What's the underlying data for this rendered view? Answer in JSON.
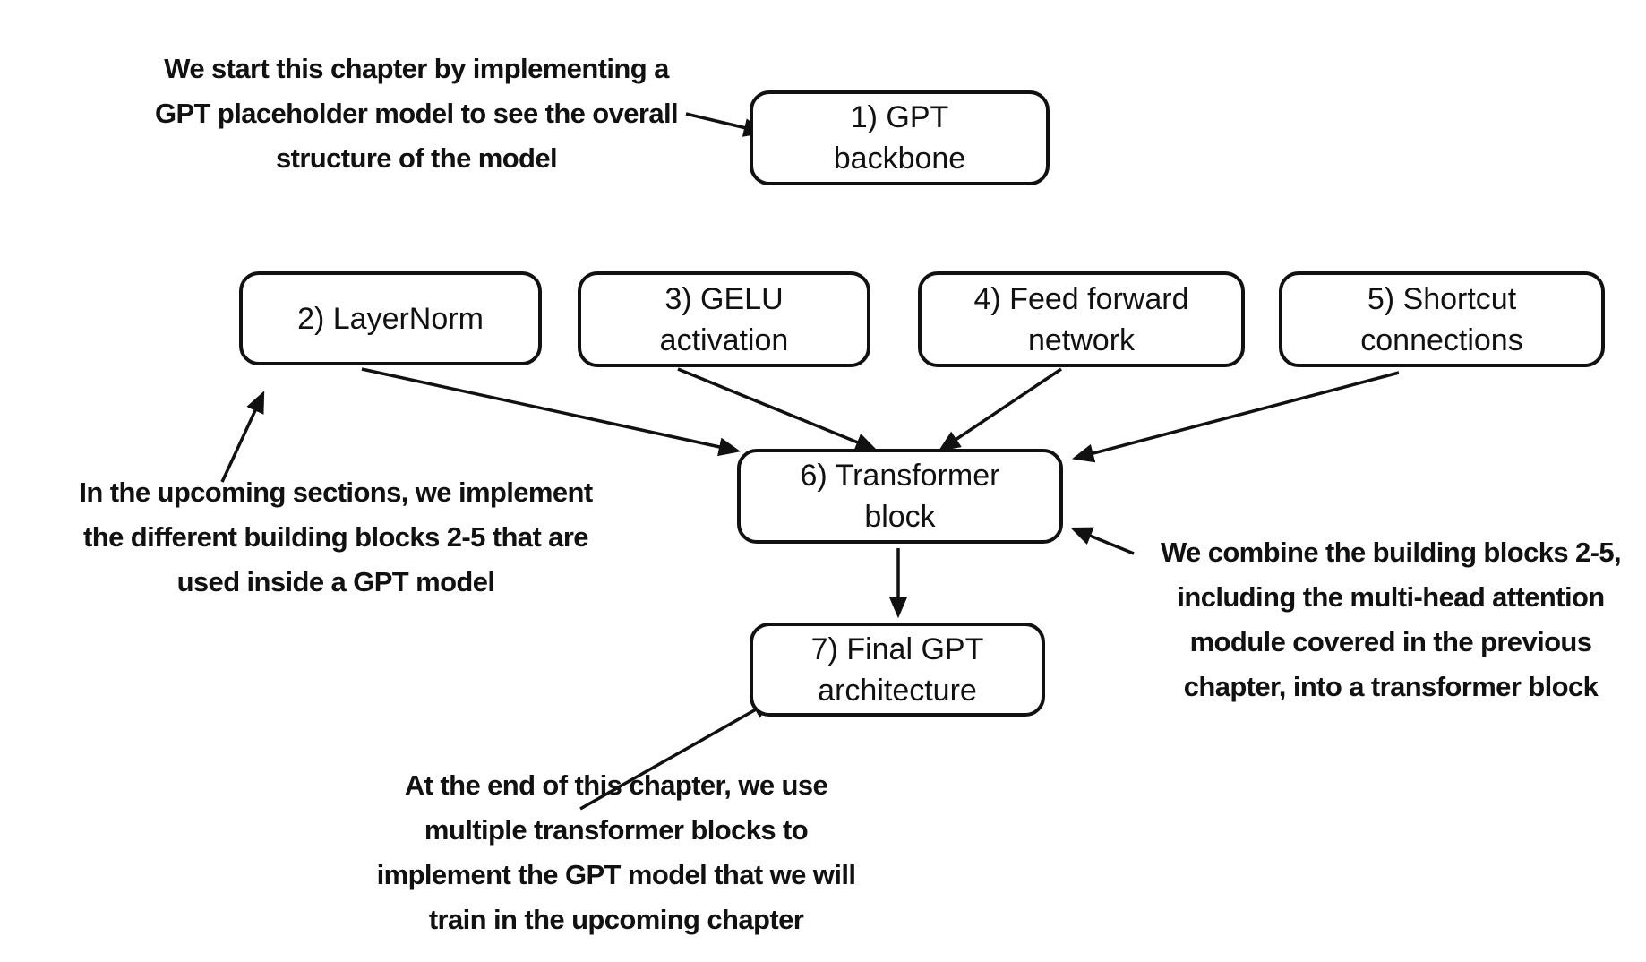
{
  "canvas": {
    "background_color": "#ffffff",
    "ink_color": "#111111"
  },
  "boxes": {
    "gpt_backbone": {
      "line1": "1) GPT",
      "line2": "backbone"
    },
    "layernorm": {
      "line1": "2) LayerNorm"
    },
    "gelu": {
      "line1": "3) GELU",
      "line2": "activation"
    },
    "feed_forward": {
      "line1": "4) Feed forward",
      "line2": "network"
    },
    "shortcut": {
      "line1": "5) Shortcut",
      "line2": "connections"
    },
    "transformer": {
      "line1": "6) Transformer",
      "line2": "block"
    },
    "final_gpt": {
      "line1": "7) Final GPT",
      "line2": "architecture"
    }
  },
  "annotations": {
    "gpt_backbone_note": {
      "line1": "We start this chapter by implementing a",
      "line2": "GPT placeholder model to see the overall",
      "line3": "structure of the model"
    },
    "building_blocks_note": {
      "line1": "In the upcoming sections, we implement",
      "line2": "the different building blocks 2-5 that are",
      "line3": "used inside a GPT model"
    },
    "transformer_note": {
      "line1": "We combine the building blocks 2-5,",
      "line2": "including the multi-head attention",
      "line3": "module covered in the previous",
      "line4": "chapter, into a transformer block"
    },
    "final_gpt_note": {
      "line1": "At the end of this chapter, we use",
      "line2": "multiple transformer blocks to",
      "line3": "implement the GPT model that we will",
      "line4": "train in the upcoming chapter"
    }
  }
}
